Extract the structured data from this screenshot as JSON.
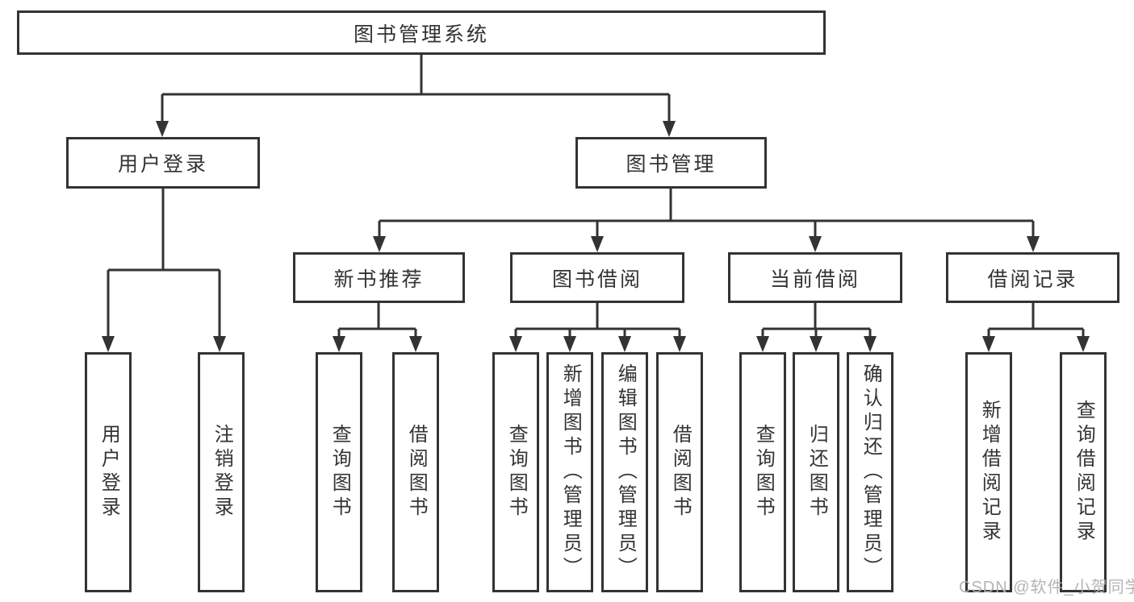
{
  "diagram": {
    "root": {
      "label": "图书管理系统",
      "children": [
        {
          "label": "用户登录",
          "children": [
            {
              "label": "用户登录"
            },
            {
              "label": "注销登录"
            }
          ]
        },
        {
          "label": "图书管理",
          "children": [
            {
              "label": "新书推荐",
              "children": [
                {
                  "label": "查询图书"
                },
                {
                  "label": "借阅图书"
                }
              ]
            },
            {
              "label": "图书借阅",
              "children": [
                {
                  "label": "查询图书"
                },
                {
                  "label": "新增图书（管理员）"
                },
                {
                  "label": "编辑图书（管理员）"
                },
                {
                  "label": "借阅图书"
                }
              ]
            },
            {
              "label": "当前借阅",
              "children": [
                {
                  "label": "查询图书"
                },
                {
                  "label": "归还图书"
                },
                {
                  "label": "确认归还（管理员）"
                }
              ]
            },
            {
              "label": "借阅记录",
              "children": [
                {
                  "label": "新增借阅记录"
                },
                {
                  "label": "查询借阅记录"
                }
              ]
            }
          ]
        }
      ]
    },
    "watermark": "CSDN @软件_小贺同学",
    "colors": {
      "line": "#333333",
      "text": "#333333",
      "box_background": "#ffffff",
      "page_background": "#ffffff",
      "watermark": "#b0b0b0"
    }
  }
}
